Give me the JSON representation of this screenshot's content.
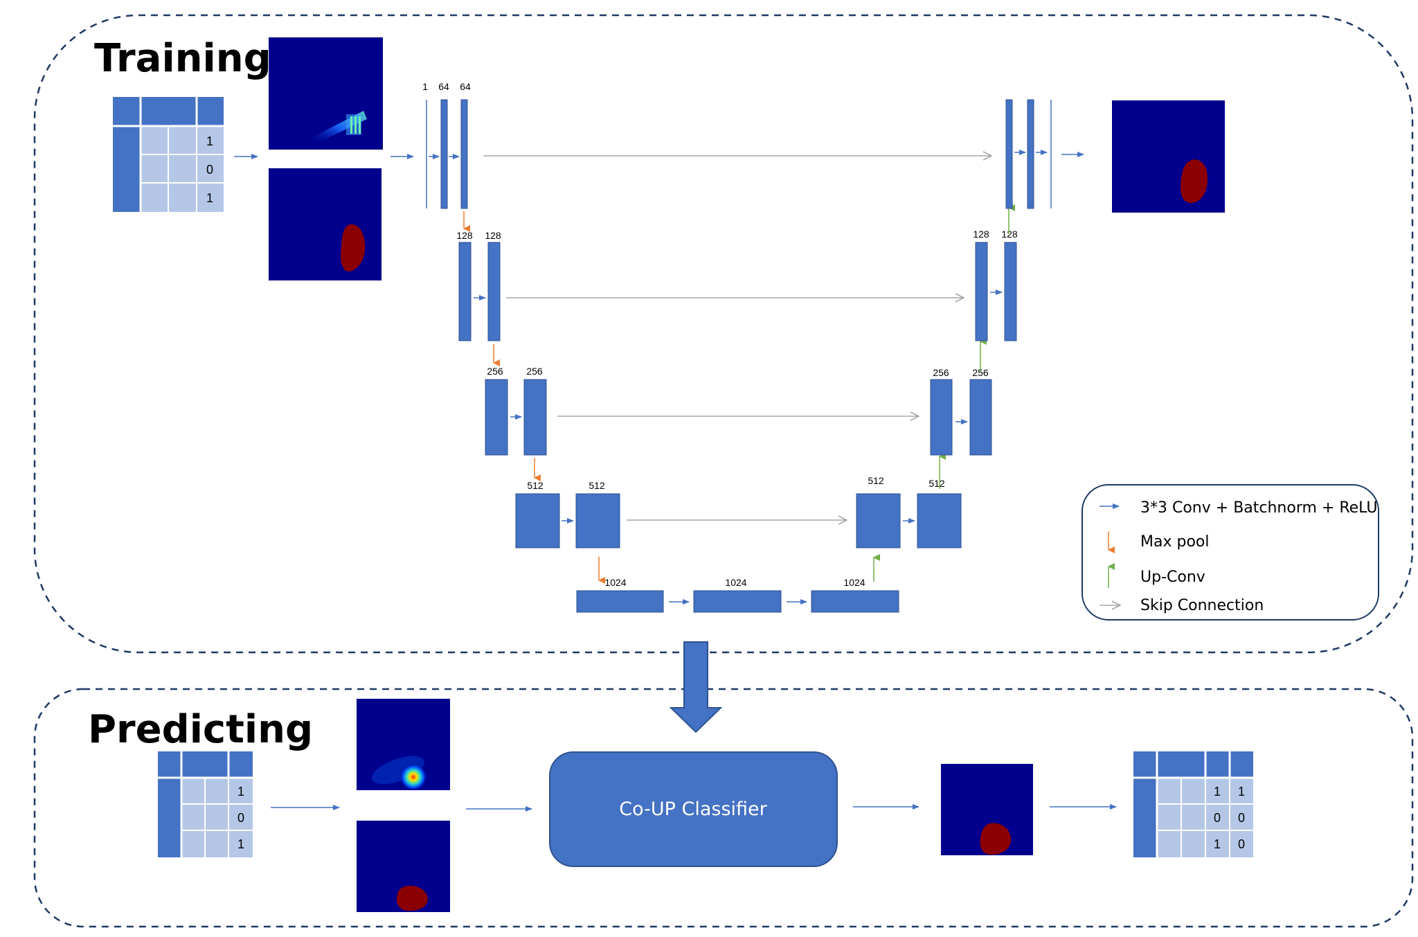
{
  "training": {
    "title": "Training",
    "table_values": [
      "1",
      "0",
      "1"
    ],
    "channels": {
      "enc1": [
        "1",
        "64",
        "64"
      ],
      "enc2": [
        "128",
        "128"
      ],
      "enc3": [
        "256",
        "256"
      ],
      "enc4": [
        "512",
        "512"
      ],
      "bottleneck": [
        "1024",
        "1024",
        "1024"
      ],
      "dec4": [
        "512",
        "512"
      ],
      "dec3": [
        "256",
        "256"
      ],
      "dec2": [
        "128",
        "128"
      ]
    }
  },
  "legend": {
    "items": [
      {
        "label": "3*3 Conv + Batchnorm + ReLU",
        "icon": "blue-arrow-icon"
      },
      {
        "label": "Max pool",
        "icon": "orange-down-arrow-icon"
      },
      {
        "label": "Up-Conv",
        "icon": "green-up-arrow-icon"
      },
      {
        "label": "Skip Connection",
        "icon": "gray-arrow-icon"
      }
    ]
  },
  "predicting": {
    "title": "Predicting",
    "input_table_values": [
      "1",
      "0",
      "1"
    ],
    "classifier_label": "Co-UP Classifier",
    "output_table_values": [
      [
        "1",
        "1"
      ],
      [
        "0",
        "0"
      ],
      [
        "1",
        "0"
      ]
    ]
  },
  "colors": {
    "block": "#4472c4",
    "block_border": "#2f528f",
    "table_light": "#b4c7e7",
    "heatmap_bg": "#00008c",
    "mask": "#8b0000",
    "maxpool": "#ed7d31",
    "upconv": "#70ad47",
    "skip": "#a6a6a6",
    "frame": "#1f3864"
  }
}
